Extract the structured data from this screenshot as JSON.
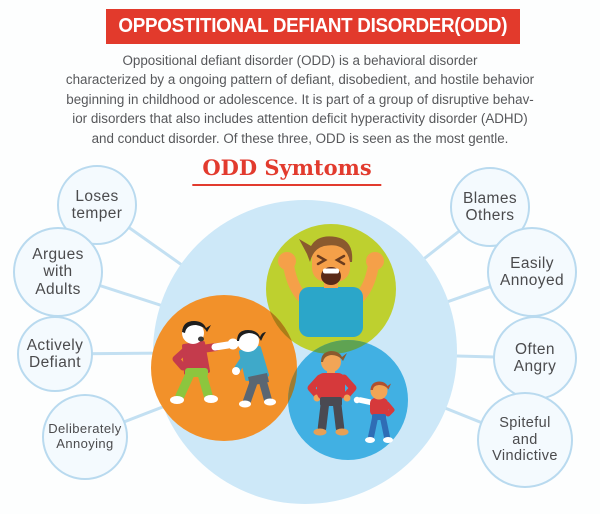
{
  "banner": {
    "title": "OPPOSTITIONAL DEFIANT DISORDER(ODD)"
  },
  "intro": {
    "text": "Oppositional defiant disorder (ODD) is a behavioral disorder\ncharacterized by a ongoing pattern of defiant, disobedient, and hostile behavior\nbeginning in childhood or adolescence. It is part of a group of disruptive behav-\nior disorders that also includes attention deficit hyperactivity disorder (ADHD)\nand conduct disorder. Of these three, ODD is seen as the most gentle."
  },
  "symptoms_title": {
    "text": "ODD Symtoms"
  },
  "symptoms": {
    "left": [
      {
        "label": "Loses\ntemper"
      },
      {
        "label": "Argues\nwith\nAdults"
      },
      {
        "label": "Actively\nDefiant"
      },
      {
        "label": "Deliberately\nAnnoying"
      }
    ],
    "right": [
      {
        "label": "Blames\nOthers"
      },
      {
        "label": "Easily\nAnnoyed"
      },
      {
        "label": "Often\nAngry"
      },
      {
        "label": "Spiteful\nand\nVindictive"
      }
    ]
  },
  "illustration": {
    "figures": [
      {
        "name": "angry-boy-shouting"
      },
      {
        "name": "boy-hitting-another-boy"
      },
      {
        "name": "boy-defying-father"
      }
    ]
  },
  "colors": {
    "banner_bg": "#e23a2c",
    "banner_fg": "#ffffff",
    "title_red": "#e23b2e",
    "text_gray": "#57585b",
    "bubble_border": "#b9daef",
    "bubble_fill": "#f4fafe",
    "connector": "#c3e0f2",
    "main_circle": "#cde8f8",
    "green_circle": "#bed02f",
    "orange_circle": "#f2912a",
    "teal_circle": "#41b0e3"
  }
}
